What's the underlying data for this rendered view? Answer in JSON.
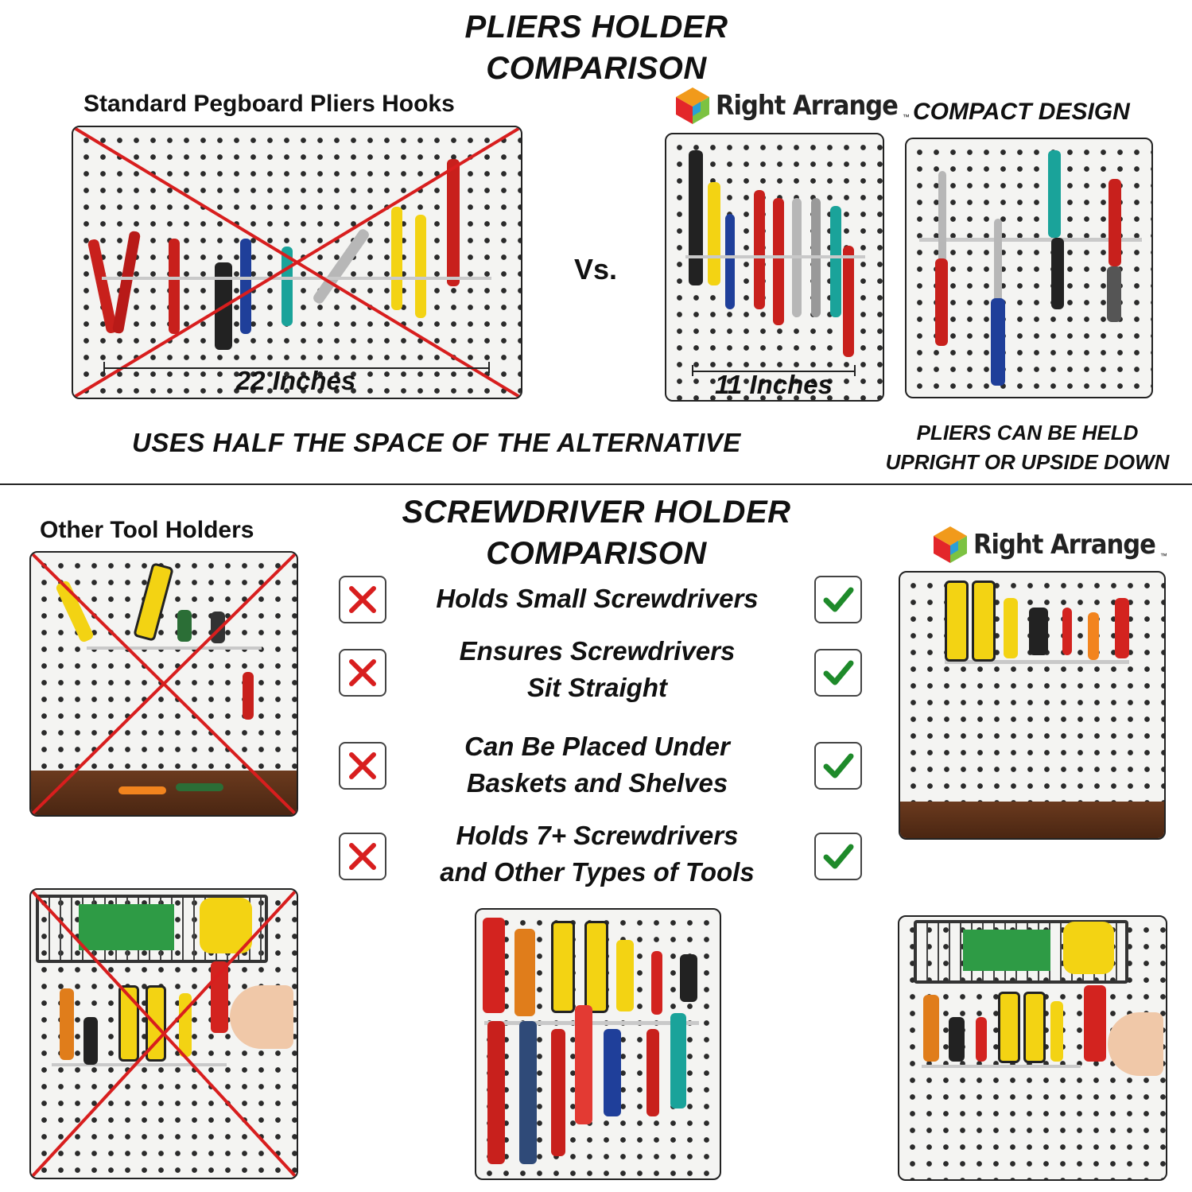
{
  "pliers_section": {
    "title_line1": "PLIERS HOLDER",
    "title_line2": "COMPARISON",
    "standard_label": "Standard Pegboard Pliers Hooks",
    "standard_width": "22 Inches",
    "vs_label": "Vs.",
    "brand_name": "Right Arrange",
    "brand_tm": "™",
    "compact_label": "COMPACT DESIGN",
    "brand_width": "11 Inches",
    "space_caption": "USES HALF THE SPACE OF THE ALTERNATIVE",
    "upright_line1": "PLIERS CAN BE HELD",
    "upright_line2": "UPRIGHT OR UPSIDE DOWN"
  },
  "screwdriver_section": {
    "title_line1": "SCREWDRIVER HOLDER",
    "title_line2": "COMPARISON",
    "other_label": "Other Tool Holders",
    "brand_name": "Right Arrange",
    "brand_tm": "™",
    "features": [
      {
        "line1": "Holds Small Screwdrivers",
        "line2": ""
      },
      {
        "line1": "Ensures Screwdrivers",
        "line2": "Sit Straight"
      },
      {
        "line1": "Can Be Placed Under",
        "line2": "Baskets and Shelves"
      },
      {
        "line1": "Holds 7+ Screwdrivers",
        "line2": "and Other Types of Tools"
      }
    ]
  },
  "colors": {
    "cross_red": "#d81e1e",
    "check_green": "#1e8a2a",
    "accent_yellow": "#f3d313",
    "accent_red": "#d3231f"
  },
  "icons": {
    "cross": "cross-mark-icon",
    "check": "check-mark-icon",
    "logo": "cube-logo-icon"
  }
}
